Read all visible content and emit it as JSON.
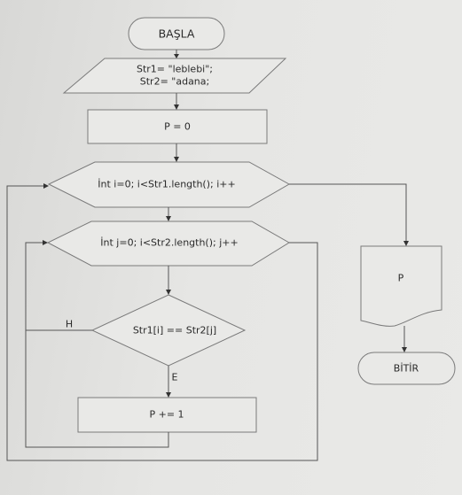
{
  "nodes": {
    "start": "BAŞLA",
    "input_line1": "Str1= \"leblebi\";",
    "input_line2": "Str2= \"adana;",
    "init": "P = 0",
    "loop_i": "İnt i=0; i<Str1.length(); i++",
    "loop_j": "İnt j=0; i<Str2.length(); j++",
    "decision": "Str1[i] == Str2[j]",
    "increment": "P += 1",
    "output": "P",
    "end": "BİTİR"
  },
  "edge_labels": {
    "no": "H",
    "yes": "E"
  }
}
